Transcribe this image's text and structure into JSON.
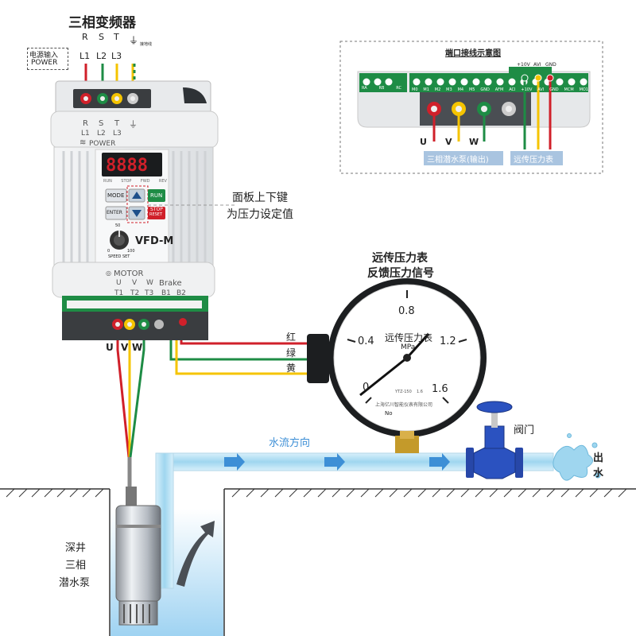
{
  "title": "三相变频器",
  "power_input": {
    "label": "电源输入",
    "sublabel": "POWER"
  },
  "input_terminals": {
    "top": [
      "R",
      "S",
      "T"
    ],
    "bottom": [
      "L1",
      "L2",
      "L3"
    ],
    "ground_label": "接地线"
  },
  "vfd": {
    "power_label": "POWER",
    "mode_key": "MODE",
    "enter_key": "ENTER",
    "run_key": "RUN",
    "stop_key": "STOP",
    "reset_key": "RESET",
    "model": "VFD-M",
    "knob_top": "50",
    "knob_left": "0",
    "knob_right": "100",
    "knob_label": "SPEED SET",
    "led_tags": [
      "RUN",
      "STOP",
      "FWD",
      "REV"
    ],
    "motor_label": "MOTOR",
    "brake_label": "Brake",
    "motor_terms_top": [
      "U",
      "V",
      "W"
    ],
    "motor_terms_bottom": [
      "T1",
      "T2",
      "T3"
    ],
    "brake_terms": [
      "B1",
      "B2"
    ],
    "output_labels": [
      "U",
      "V",
      "W"
    ]
  },
  "panel_note": [
    "面板上下键",
    "为压力设定值"
  ],
  "inset": {
    "title": "端口接线示意图",
    "left_terms": [
      "RA",
      "RB",
      "RC"
    ],
    "mid_terms": [
      "M0",
      "M1",
      "M2",
      "M3",
      "M4",
      "M5",
      "GND",
      "AFM",
      "ACI",
      "+10V",
      "AVI",
      "GND",
      "MCM",
      "MO1"
    ],
    "top_terms": [
      "+10V",
      "AVI",
      "GND"
    ],
    "out_labels": [
      "U",
      "V",
      "W"
    ],
    "pump_tag": "三相潜水泵(输出)",
    "gauge_tag": "远传压力表"
  },
  "gauge_note": [
    "远传压力表",
    "反馈压力信号"
  ],
  "gauge": {
    "ticks": [
      "0",
      "0.4",
      "0.8",
      "1.2",
      "1.6"
    ],
    "face_title": "远传压力表",
    "unit": "MPa",
    "maker": "上海亿川智能仪表有限公司",
    "serial_prefix": "No",
    "code": "YTZ-150",
    "class": "1.6"
  },
  "wires": [
    "红",
    "绿",
    "黄"
  ],
  "flow_label": "水流方向",
  "valve_label": "阀门",
  "outlet_label": [
    "出",
    "水"
  ],
  "pump_label": [
    "深井",
    "三相",
    "潜水泵"
  ],
  "colors": {
    "red": "#d0202a",
    "green": "#1e8c45",
    "yellow": "#f5c400",
    "water": "#bfe6f7",
    "arrow": "#3d8fd6",
    "valve": "#2747a8"
  }
}
